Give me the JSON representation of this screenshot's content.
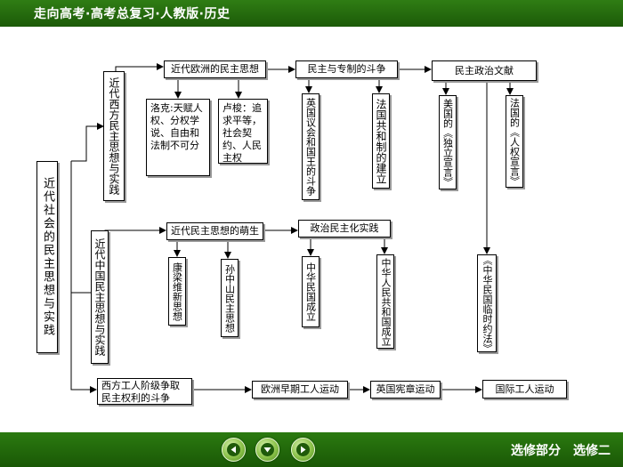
{
  "header": {
    "title": "走向高考·高考总复习·人教版·历史"
  },
  "footer": {
    "text": "选修部分　选修二"
  },
  "nav": {
    "buttons": [
      "prev-icon",
      "down-icon",
      "next-icon"
    ]
  },
  "colors": {
    "bar_green": "#236a0c",
    "button_green": "#8cc24a"
  },
  "diagram": {
    "root": "近代社会的民主思想与实践",
    "branch1": {
      "label": "近代西方民主思想与实践",
      "thought": "近代欧洲的民主思想",
      "struggle": "民主与专制的斗争",
      "documents": "民主政治文献",
      "locke": "洛克:天赋人权、分权学说、自由和法制不可分",
      "rousseau": "卢梭：追求平等，社会契约、人民主权",
      "england": "英国议会和国王的斗争",
      "france_republic": "法国共和制的建立",
      "us_doc": "美国的《独立宣言》",
      "fr_doc": "法国的《人权宣言》",
      "cn_doc": "《中华民国临时约法》"
    },
    "branch2": {
      "label": "近代中国民主思想与实践",
      "germ": "近代民主思想的萌生",
      "practice": "政治民主化实践",
      "kang_liang": "康梁维新思想",
      "sun": "孙中山民主思想",
      "roc": "中华民国成立",
      "prc": "中华人民共和国成立"
    },
    "branch3": {
      "label": "西方工人阶级争取民主权利的斗争",
      "early": "欧洲早期工人运动",
      "chartist": "英国宪章运动",
      "international": "国际工人运动"
    }
  }
}
